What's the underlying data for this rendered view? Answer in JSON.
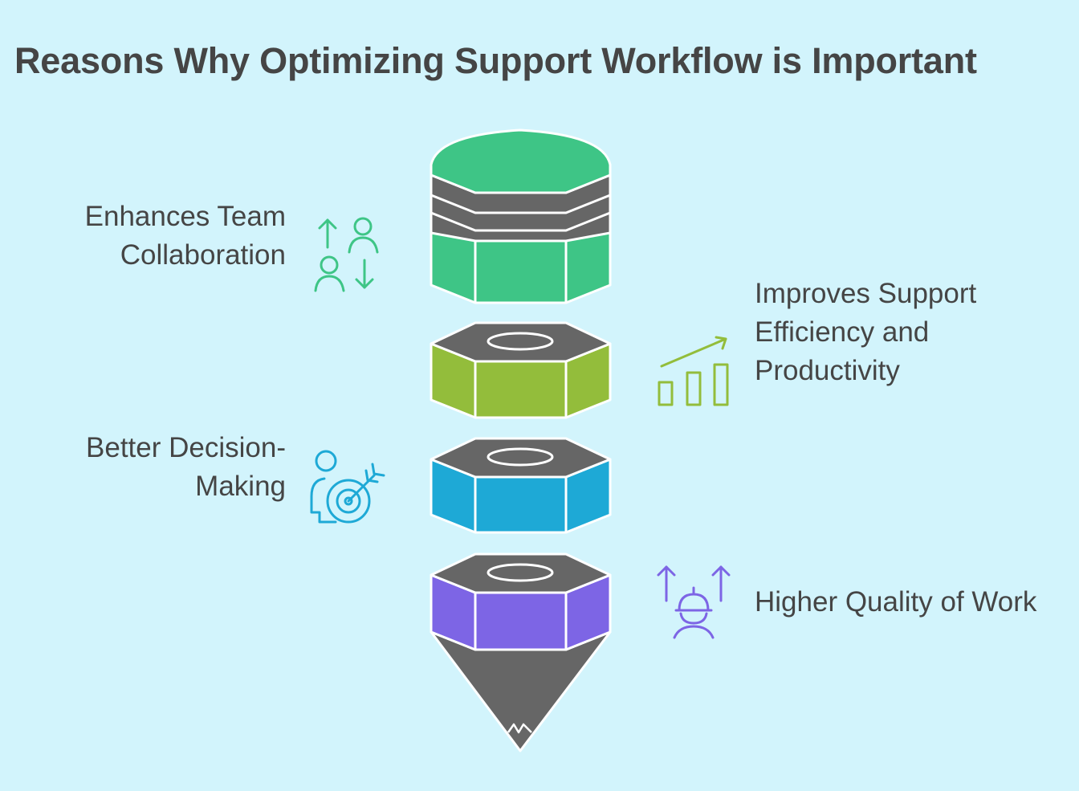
{
  "title": "Reasons Why Optimizing Support Workflow is Important",
  "items": [
    {
      "lines": [
        "Enhances Team",
        "Collaboration"
      ],
      "icon": "collaboration-swap-icon",
      "color": "#3ec586"
    },
    {
      "lines": [
        "Improves Support",
        "Efficiency and",
        "Productivity"
      ],
      "icon": "growth-chart-icon",
      "color": "#93bd3b"
    },
    {
      "lines": [
        "Better Decision-",
        "Making"
      ],
      "icon": "target-person-icon",
      "color": "#1ea9d6"
    },
    {
      "lines": [
        "Higher Quality of Work"
      ],
      "icon": "worker-upgrade-icon",
      "color": "#7d65e5"
    }
  ],
  "colors": {
    "background": "#d2f4fc",
    "text": "#454545",
    "dark": "#666666"
  }
}
